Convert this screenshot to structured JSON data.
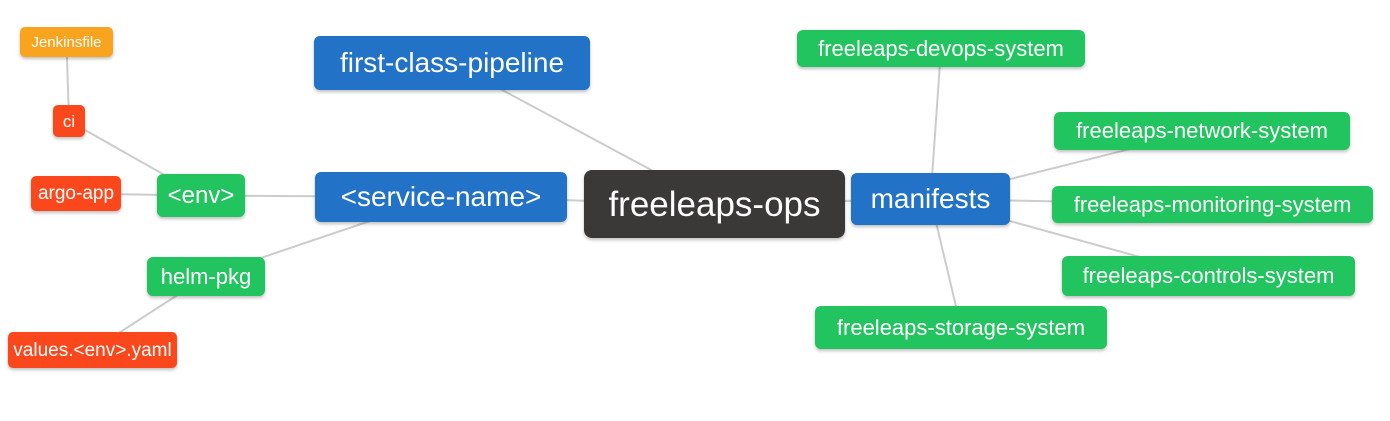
{
  "diagram": {
    "type": "mindmap",
    "root": "freeleaps-ops",
    "palette": {
      "canvas_bg": "#ffffff",
      "root_bg": "#3b3838",
      "branch_blue": "#2272c8",
      "leaf_green": "#21c45e",
      "leaf_red": "#fa481c",
      "leaf_amber": "#f9a41e",
      "edge": "#cccccc",
      "text": "#ffffff"
    },
    "nodes": [
      {
        "id": "freeleaps-ops",
        "label": "freeleaps-ops",
        "level": 0,
        "bg": "#3b3838"
      },
      {
        "id": "first-class-pipeline",
        "label": "first-class-pipeline",
        "level": 1,
        "bg": "#2272c8"
      },
      {
        "id": "service-name",
        "label": "<service-name>",
        "level": 1,
        "bg": "#2272c8"
      },
      {
        "id": "manifests",
        "label": "manifests",
        "level": 1,
        "bg": "#2272c8"
      },
      {
        "id": "env",
        "label": "<env>",
        "level": 2,
        "bg": "#21c45e"
      },
      {
        "id": "helm-pkg",
        "label": "helm-pkg",
        "level": 2,
        "bg": "#21c45e"
      },
      {
        "id": "ci",
        "label": "ci",
        "level": 3,
        "bg": "#fa481c"
      },
      {
        "id": "argo-app",
        "label": "argo-app",
        "level": 3,
        "bg": "#fa481c"
      },
      {
        "id": "jenkinsfile",
        "label": "Jenkinsfile",
        "level": 4,
        "bg": "#f9a41e"
      },
      {
        "id": "values-env-yaml",
        "label": "values.<env>.yaml",
        "level": 3,
        "bg": "#fa481c"
      },
      {
        "id": "freeleaps-devops-system",
        "label": "freeleaps-devops-system",
        "level": 2,
        "bg": "#21c45e"
      },
      {
        "id": "freeleaps-network-system",
        "label": "freeleaps-network-system",
        "level": 2,
        "bg": "#21c45e"
      },
      {
        "id": "freeleaps-monitoring-system",
        "label": "freeleaps-monitoring-system",
        "level": 2,
        "bg": "#21c45e"
      },
      {
        "id": "freeleaps-controls-system",
        "label": "freeleaps-controls-system",
        "level": 2,
        "bg": "#21c45e"
      },
      {
        "id": "freeleaps-storage-system",
        "label": "freeleaps-storage-system",
        "level": 2,
        "bg": "#21c45e"
      }
    ],
    "edges": [
      {
        "from": "freeleaps-ops",
        "to": "first-class-pipeline"
      },
      {
        "from": "freeleaps-ops",
        "to": "service-name"
      },
      {
        "from": "freeleaps-ops",
        "to": "manifests"
      },
      {
        "from": "service-name",
        "to": "env"
      },
      {
        "from": "service-name",
        "to": "helm-pkg"
      },
      {
        "from": "env",
        "to": "ci"
      },
      {
        "from": "env",
        "to": "argo-app"
      },
      {
        "from": "ci",
        "to": "jenkinsfile"
      },
      {
        "from": "helm-pkg",
        "to": "values-env-yaml"
      },
      {
        "from": "manifests",
        "to": "freeleaps-devops-system"
      },
      {
        "from": "manifests",
        "to": "freeleaps-network-system"
      },
      {
        "from": "manifests",
        "to": "freeleaps-monitoring-system"
      },
      {
        "from": "manifests",
        "to": "freeleaps-controls-system"
      },
      {
        "from": "manifests",
        "to": "freeleaps-storage-system"
      }
    ]
  }
}
